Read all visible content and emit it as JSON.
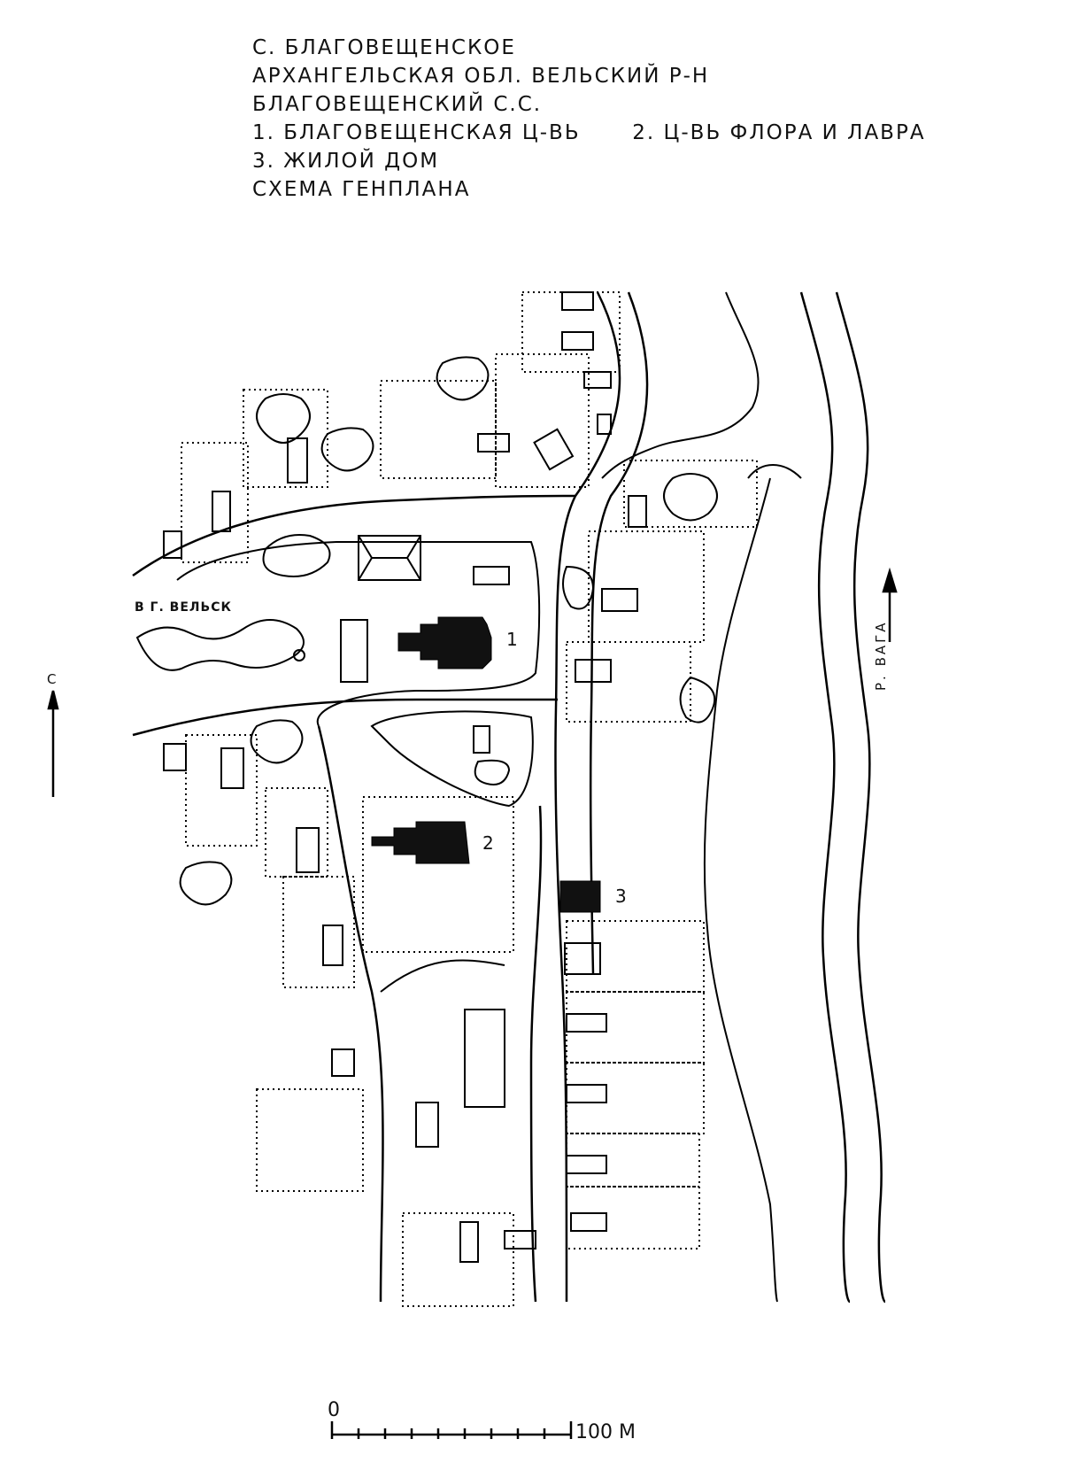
{
  "title_lines": [
    "С. БЛАГОВЕЩЕНСКОЕ",
    "АРХАНГЕЛЬСКАЯ ОБЛ. ВЕЛЬСКИЙ Р-Н",
    "БЛАГОВЕЩЕНСКИЙ С.С."
  ],
  "legend": [
    {
      "number": "1",
      "text": "1. БЛАГОВЕЩЕНСКАЯ Ц-ВЬ"
    },
    {
      "number": "2",
      "text": "2. Ц-ВЬ ФЛОРА И ЛАВРА"
    },
    {
      "number": "3",
      "text": "3. ЖИЛОЙ ДОМ"
    }
  ],
  "subtitle": "СХЕМА ГЕНПЛАНА",
  "labels": {
    "road_to_town": "В Г. ВЕЛЬСК",
    "river": "Р. ВАГА",
    "north_left": "С"
  },
  "scale": {
    "start": "0",
    "end": "100 М"
  }
}
